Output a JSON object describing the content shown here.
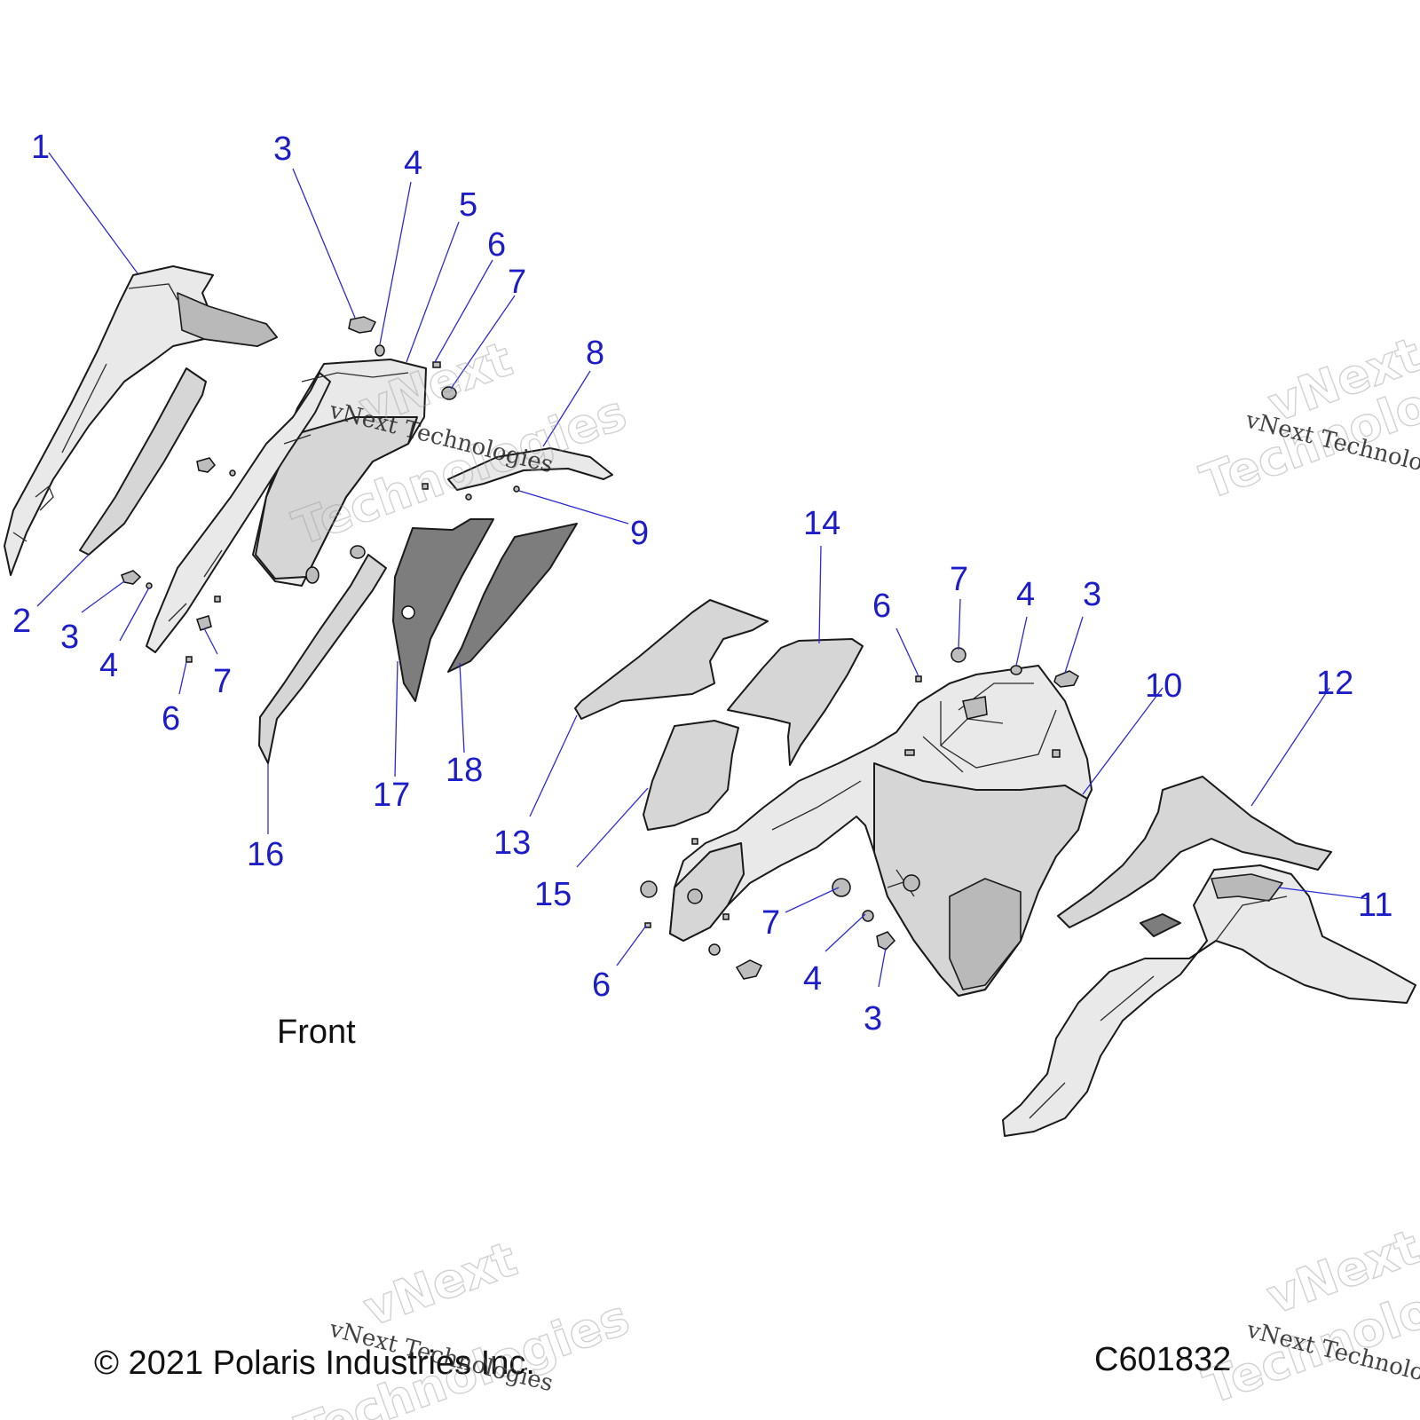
{
  "diagram": {
    "orientation_label": "Front",
    "copyright": "© 2021 Polaris Industries Inc.",
    "figure_id": "C601832",
    "watermark": {
      "line": "vNext Technologies",
      "big_1": "vNext",
      "big_2": "Technologies"
    },
    "callouts": [
      "1",
      "3",
      "4",
      "5",
      "6",
      "7",
      "8",
      "9",
      "2",
      "3",
      "4",
      "7",
      "6",
      "16",
      "17",
      "18",
      "13",
      "14",
      "15",
      "6",
      "7",
      "4",
      "3",
      "10",
      "12",
      "11",
      "7",
      "4",
      "6",
      "3"
    ]
  }
}
